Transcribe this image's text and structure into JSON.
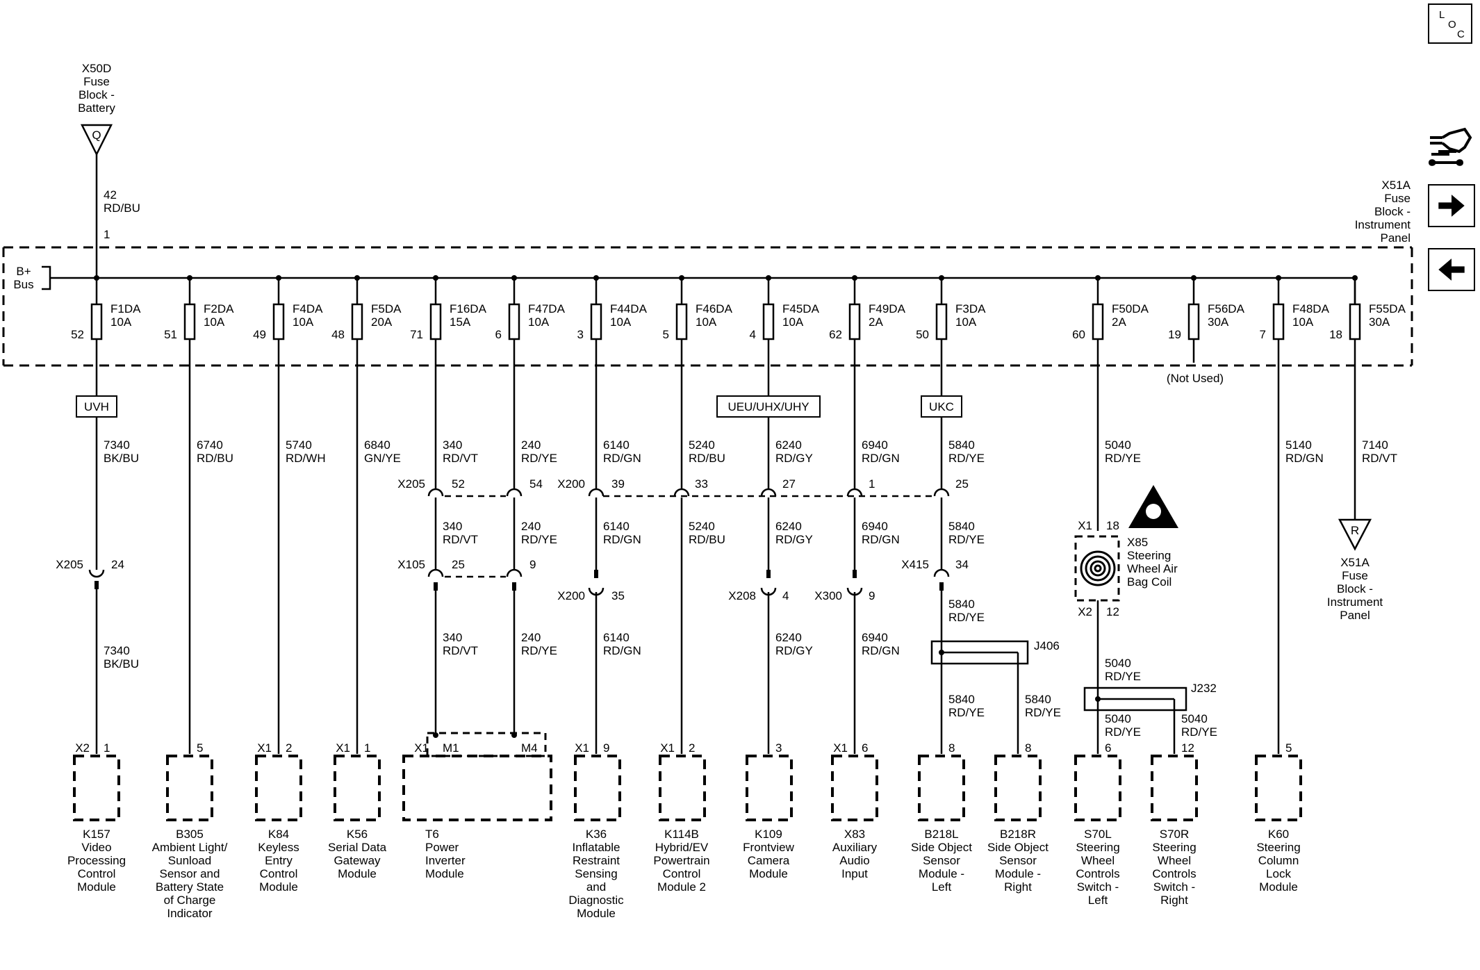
{
  "loc_label": [
    "L",
    "O",
    "C"
  ],
  "icons": {
    "locator": "loc-icon",
    "tools": "connector-tools-icon",
    "next": "arrow-right-icon",
    "prev": "arrow-left-icon",
    "airbag_warning": "airbag-warning-icon",
    "clock_spring": "clock-spring-coil-icon"
  },
  "source": {
    "lines": [
      "X50D",
      "Fuse",
      "Block -",
      "Battery"
    ],
    "symbol": "Q",
    "wire_lines": [
      "42",
      "RD/BU"
    ],
    "pin": "1"
  },
  "x51a_top": {
    "lines": [
      "X51A",
      "Fuse",
      "Block -",
      "Instrument",
      "Panel"
    ]
  },
  "bus": {
    "lines": [
      "B+",
      "Bus"
    ]
  },
  "fuses": [
    {
      "name": "F1DA",
      "amp": "10A",
      "pin": "52"
    },
    {
      "name": "F2DA",
      "amp": "10A",
      "pin": "51"
    },
    {
      "name": "F4DA",
      "amp": "10A",
      "pin": "49"
    },
    {
      "name": "F5DA",
      "amp": "20A",
      "pin": "48"
    },
    {
      "name": "F16DA",
      "amp": "15A",
      "pin": "71"
    },
    {
      "name": "F47DA",
      "amp": "10A",
      "pin": "6"
    },
    {
      "name": "F44DA",
      "amp": "10A",
      "pin": "3"
    },
    {
      "name": "F46DA",
      "amp": "10A",
      "pin": "5"
    },
    {
      "name": "F45DA",
      "amp": "10A",
      "pin": "4"
    },
    {
      "name": "F49DA",
      "amp": "2A",
      "pin": "62"
    },
    {
      "name": "F3DA",
      "amp": "10A",
      "pin": "50"
    },
    {
      "name": "F50DA",
      "amp": "2A",
      "pin": "60"
    },
    {
      "name": "F56DA",
      "amp": "30A",
      "pin": "19"
    },
    {
      "name": "F48DA",
      "amp": "10A",
      "pin": "7"
    },
    {
      "name": "F55DA",
      "amp": "30A",
      "pin": "18"
    }
  ],
  "not_used": "(Not Used)",
  "options": [
    "UVH",
    "UEU/UHX/UHY",
    "UKC"
  ],
  "wires": [
    {
      "circuit": "7340",
      "color": "BK/BU"
    },
    {
      "circuit": "6740",
      "color": "RD/BU"
    },
    {
      "circuit": "5740",
      "color": "RD/WH"
    },
    {
      "circuit": "6840",
      "color": "GN/YE"
    },
    {
      "circuit": "340",
      "color": "RD/VT"
    },
    {
      "circuit": "240",
      "color": "RD/YE"
    },
    {
      "circuit": "6140",
      "color": "RD/GN"
    },
    {
      "circuit": "5240",
      "color": "RD/BU"
    },
    {
      "circuit": "6240",
      "color": "RD/GY"
    },
    {
      "circuit": "6940",
      "color": "RD/GN"
    },
    {
      "circuit": "5840",
      "color": "RD/YE"
    },
    {
      "circuit": "5040",
      "color": "RD/YE"
    },
    {
      "circuit": "5140",
      "color": "RD/GN"
    },
    {
      "circuit": "7140",
      "color": "RD/VT"
    }
  ],
  "connectors": [
    {
      "name": "X205",
      "pin": "52"
    },
    {
      "pin": "54"
    },
    {
      "name": "X200",
      "pin": "39"
    },
    {
      "pin": "33"
    },
    {
      "pin": "27"
    },
    {
      "pin": "1"
    },
    {
      "pin": "25"
    },
    {
      "name": "X205",
      "pin": "24"
    },
    {
      "name": "X105",
      "pin": "25"
    },
    {
      "pin": "9"
    },
    {
      "name": "X200",
      "pin": "35"
    },
    {
      "name": "X208",
      "pin": "4"
    },
    {
      "name": "X300",
      "pin": "9"
    },
    {
      "name": "X415",
      "pin": "34"
    }
  ],
  "airbag_coil": {
    "top": [
      "X1",
      "18"
    ],
    "bottom": [
      "X2",
      "12"
    ],
    "lines": [
      "X85",
      "Steering",
      "Wheel Air",
      "Bag Coil"
    ]
  },
  "splices": [
    "J406",
    "J232"
  ],
  "x51a_bottom": {
    "symbol": "R",
    "lines": [
      "X51A",
      "Fuse",
      "Block -",
      "Instrument",
      "Panel"
    ]
  },
  "module_pins": [
    {
      "conn": "X2",
      "pin": "1"
    },
    {
      "pin": "5"
    },
    {
      "conn": "X1",
      "pin": "2"
    },
    {
      "conn": "X1",
      "pin": "1"
    },
    {
      "conn": "X1",
      "pin": "M1"
    },
    {
      "pin": "M4"
    },
    {
      "conn": "X1",
      "pin": "9"
    },
    {
      "conn": "X1",
      "pin": "2"
    },
    {
      "pin": "3"
    },
    {
      "conn": "X1",
      "pin": "6"
    },
    {
      "pin": "8"
    },
    {
      "pin": "8"
    },
    {
      "pin": "6"
    },
    {
      "pin": "12"
    },
    {
      "pin": "5"
    }
  ],
  "modules": [
    {
      "lines": [
        "K157",
        "Video",
        "Processing",
        "Control",
        "Module"
      ]
    },
    {
      "lines": [
        "B305",
        "Ambient Light/",
        "Sunload",
        "Sensor and",
        "Battery State",
        "of Charge",
        "Indicator"
      ]
    },
    {
      "lines": [
        "K84",
        "Keyless",
        "Entry",
        "Control",
        "Module"
      ]
    },
    {
      "lines": [
        "K56",
        "Serial Data",
        "Gateway",
        "Module"
      ]
    },
    {
      "lines": [
        "T6",
        "Power",
        "Inverter",
        "Module"
      ]
    },
    {
      "lines": [
        "K36",
        "Inflatable",
        "Restraint",
        "Sensing",
        "and",
        "Diagnostic",
        "Module"
      ]
    },
    {
      "lines": [
        "K114B",
        "Hybrid/EV",
        "Powertrain",
        "Control",
        "Module 2"
      ]
    },
    {
      "lines": [
        "K109",
        "Frontview",
        "Camera",
        "Module"
      ]
    },
    {
      "lines": [
        "X83",
        "Auxiliary",
        "Audio",
        "Input"
      ]
    },
    {
      "lines": [
        "B218L",
        "Side Object",
        "Sensor",
        "Module -",
        "Left"
      ]
    },
    {
      "lines": [
        "B218R",
        "Side Object",
        "Sensor",
        "Module -",
        "Right"
      ]
    },
    {
      "lines": [
        "S70L",
        "Steering",
        "Wheel",
        "Controls",
        "Switch -",
        "Left"
      ]
    },
    {
      "lines": [
        "S70R",
        "Steering",
        "Wheel",
        "Controls",
        "Switch -",
        "Right"
      ]
    },
    {
      "lines": [
        "K60",
        "Steering",
        "Column",
        "Lock",
        "Module"
      ]
    }
  ]
}
